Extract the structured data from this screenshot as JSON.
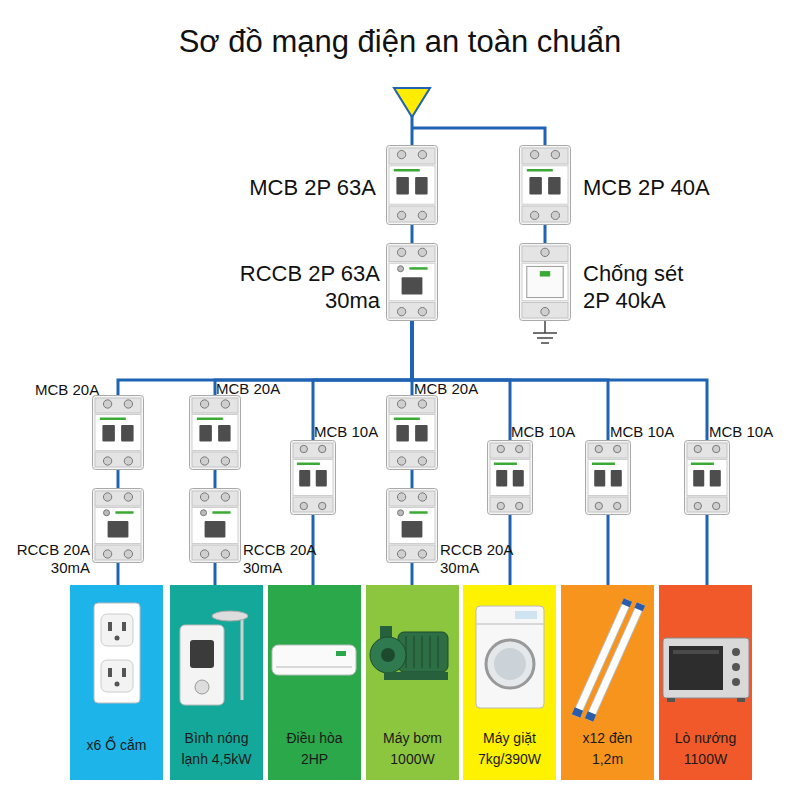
{
  "diagram": {
    "title": "Sơ đồ mạng điện an toàn chuẩn",
    "nodes": [
      {
        "text": [
          "MCB 2P 63A"
        ]
      },
      {
        "text": [
          "MCB 2P 40A"
        ]
      },
      {
        "text": [
          "RCCB 2P 63A 30ma"
        ]
      },
      {
        "text": [
          "Chống sét 2P 40kA"
        ]
      },
      {
        "text": [
          "MCB 20A"
        ]
      },
      {
        "text": [
          "MCB 20A"
        ]
      },
      {
        "text": [
          "MCB 10A"
        ]
      },
      {
        "text": [
          "MCB 20A"
        ]
      },
      {
        "text": [
          "MCB 10A"
        ]
      },
      {
        "text": [
          "MCB 10A"
        ]
      },
      {
        "text": [
          "MCB 10A"
        ]
      },
      {
        "text": [
          "RCCB 20A 30mA"
        ]
      },
      {
        "text": [
          "RCCB 20A 30mA"
        ]
      },
      {
        "text": [
          "RCCB 20A 30mA"
        ]
      },
      {
        "text": [
          "x6 Ổ cắm"
        ]
      },
      {
        "text": [
          "Bình nóng lạnh 4,5kW"
        ]
      },
      {
        "text": [
          "Điều hòa 2HP"
        ]
      },
      {
        "text": [
          "Máy bơm 1000W"
        ]
      },
      {
        "text": [
          "Máy giặt 7kg/390W"
        ]
      },
      {
        "text": [
          "x12 đèn 1,2m"
        ]
      },
      {
        "text": [
          "Lò nướng 1100W"
        ]
      }
    ],
    "edges": [
      {
        "from": 0,
        "to": 2,
        "arrow": "none"
      },
      {
        "from": 1,
        "to": 3,
        "arrow": "none"
      },
      {
        "from": 2,
        "to": 4,
        "arrow": "none"
      },
      {
        "from": 2,
        "to": 5,
        "arrow": "none"
      },
      {
        "from": 2,
        "to": 6,
        "arrow": "none"
      },
      {
        "from": 2,
        "to": 7,
        "arrow": "none"
      },
      {
        "from": 2,
        "to": 8,
        "arrow": "none"
      },
      {
        "from": 2,
        "to": 9,
        "arrow": "none"
      },
      {
        "from": 2,
        "to": 10,
        "arrow": "none"
      },
      {
        "from": 4,
        "to": 11,
        "arrow": "none"
      },
      {
        "from": 5,
        "to": 12,
        "arrow": "none"
      },
      {
        "from": 7,
        "to": 13,
        "arrow": "none"
      },
      {
        "from": 11,
        "to": 14,
        "arrow": "none"
      },
      {
        "from": 12,
        "to": 15,
        "arrow": "none"
      },
      {
        "from": 6,
        "to": 16,
        "arrow": "none"
      },
      {
        "from": 13,
        "to": 17,
        "arrow": "none"
      },
      {
        "from": 8,
        "to": 18,
        "arrow": "none"
      },
      {
        "from": 9,
        "to": 19,
        "arrow": "none"
      },
      {
        "from": 10,
        "to": 20,
        "arrow": "none"
      }
    ]
  }
}
